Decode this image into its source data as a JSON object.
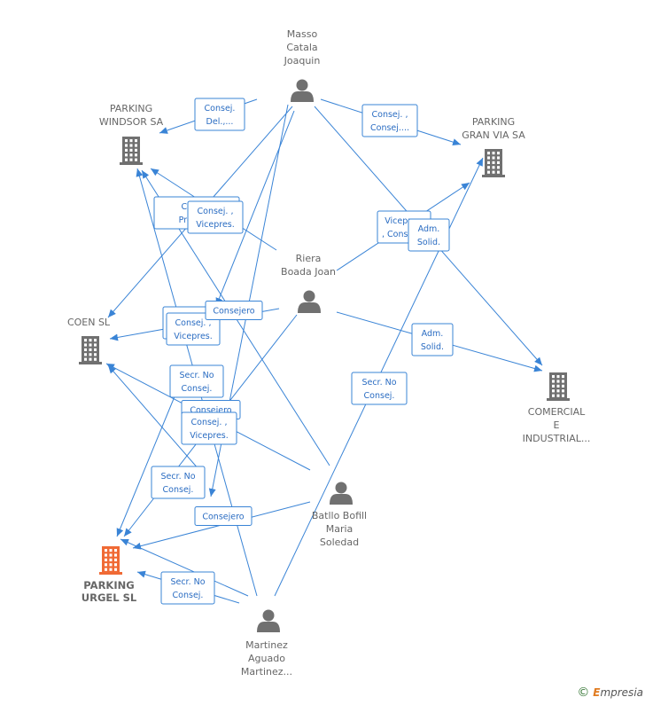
{
  "nodes": {
    "masso": {
      "type": "person",
      "lines": [
        "Masso",
        "Catala",
        "Joaquin"
      ]
    },
    "windsor": {
      "type": "company",
      "lines": [
        "PARKING",
        "WINDSOR SA"
      ]
    },
    "granvia": {
      "type": "company",
      "lines": [
        "PARKING",
        "GRAN VIA SA"
      ]
    },
    "riera": {
      "type": "person",
      "lines": [
        "Riera",
        "Boada Joan"
      ]
    },
    "coen": {
      "type": "company",
      "lines": [
        "COEN SL"
      ]
    },
    "comercial": {
      "type": "company",
      "lines": [
        "COMERCIAL",
        "E",
        "INDUSTRIAL..."
      ]
    },
    "batllo": {
      "type": "person",
      "lines": [
        "Batllo Bofill",
        "Maria",
        "Soledad"
      ]
    },
    "urgel": {
      "type": "company",
      "focus": true,
      "lines": [
        "PARKING",
        "URGEL SL"
      ]
    },
    "martinez": {
      "type": "person",
      "lines": [
        "Martinez",
        "Aguado",
        "Martinez..."
      ]
    }
  },
  "edge_labels": [
    [
      "Consej.",
      "Del.,..."
    ],
    [
      "Consej. ,",
      "Consej...."
    ],
    [
      "Consej.",
      "Presid...."
    ],
    [
      "Consej. ,",
      "Vicepres."
    ],
    [
      "Vicepres.",
      ", Consej...."
    ],
    [
      "Adm.",
      "Solid."
    ],
    [
      "Consej. ,",
      "Consej...."
    ],
    [
      "Consej. ,",
      "Vicepres."
    ],
    [
      "Consejero"
    ],
    [
      "Adm.",
      "Solid."
    ],
    [
      "Secr.  No",
      "Consej."
    ],
    [
      "Secr.  No",
      "Consej."
    ],
    [
      "Consejero"
    ],
    [
      "Consej. ,",
      "Vicepres."
    ],
    [
      "Secr.  No",
      "Consej."
    ],
    [
      "Consejero"
    ],
    [
      "Secr.  No",
      "Consej."
    ]
  ],
  "colors": {
    "edge": "#3a84d6",
    "person": "#707070",
    "company": "#707070",
    "focus": "#f06a35"
  },
  "brand": {
    "symbol": "©",
    "first": "E",
    "rest": "mpresia"
  }
}
